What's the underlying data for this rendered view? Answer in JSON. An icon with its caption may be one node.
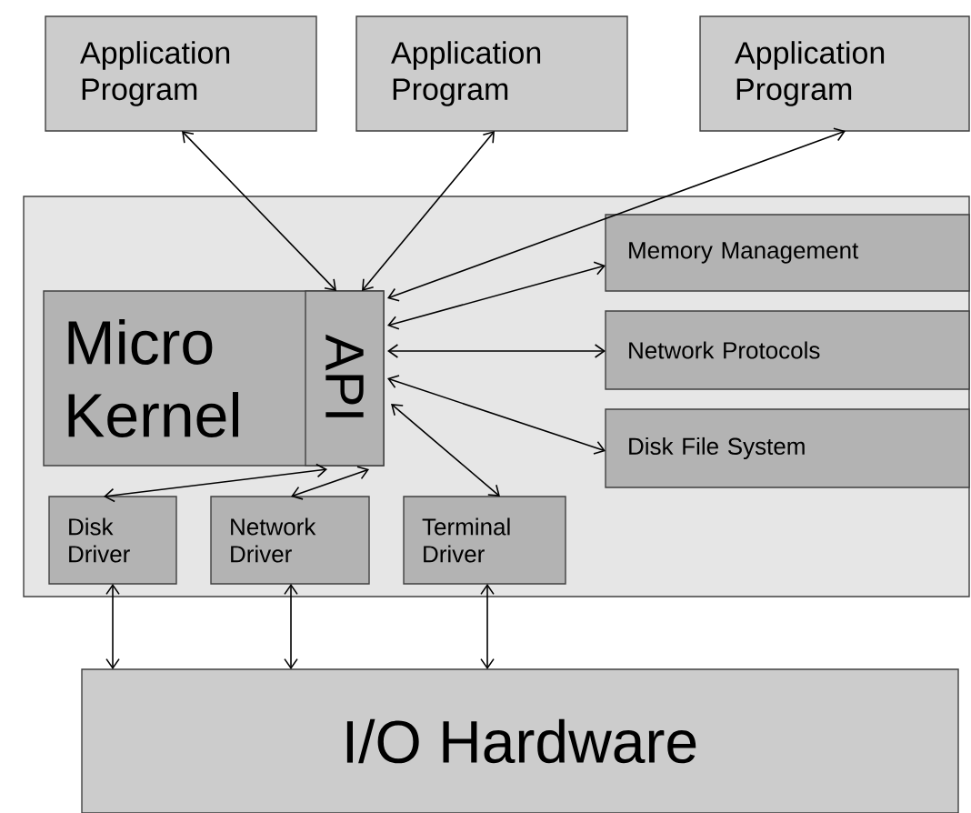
{
  "diagram": {
    "nodes": [
      {
        "text": [
          "Application Program"
        ]
      },
      {
        "text": [
          "Application Program"
        ]
      },
      {
        "text": [
          "Application Program"
        ]
      },
      {
        "text": [],
        "shape": "box"
      },
      {
        "text": [
          "Micro Kernel"
        ],
        "in": 3
      },
      {
        "text": [
          "API"
        ],
        "in": 4
      },
      {
        "text": [
          "Memory Management"
        ],
        "in": 3
      },
      {
        "text": [
          "Network Protocols"
        ],
        "in": 3
      },
      {
        "text": [
          "Disk File System"
        ],
        "in": 3
      },
      {
        "text": [
          "Disk Driver"
        ],
        "in": 3
      },
      {
        "text": [
          "Network Driver"
        ],
        "in": 3
      },
      {
        "text": [
          "Terminal Driver"
        ],
        "in": 3
      },
      {
        "text": [
          "I/O Hardware"
        ]
      }
    ],
    "edges": [
      {
        "from": 0,
        "to": 5,
        "arrow": "both"
      },
      {
        "from": 1,
        "to": 5,
        "arrow": "both"
      },
      {
        "from": 2,
        "to": 5,
        "arrow": "both"
      },
      {
        "from": 5,
        "to": 6,
        "arrow": "both"
      },
      {
        "from": 5,
        "to": 7,
        "arrow": "both"
      },
      {
        "from": 5,
        "to": 8,
        "arrow": "both"
      },
      {
        "from": 5,
        "to": 11,
        "arrow": "both"
      },
      {
        "from": 5,
        "to": 10,
        "arrow": "both"
      },
      {
        "from": 5,
        "to": 9,
        "arrow": "both"
      },
      {
        "from": 9,
        "to": 12,
        "arrow": "both"
      },
      {
        "from": 10,
        "to": 12,
        "arrow": "both"
      },
      {
        "from": 11,
        "to": 12,
        "arrow": "both"
      }
    ]
  }
}
